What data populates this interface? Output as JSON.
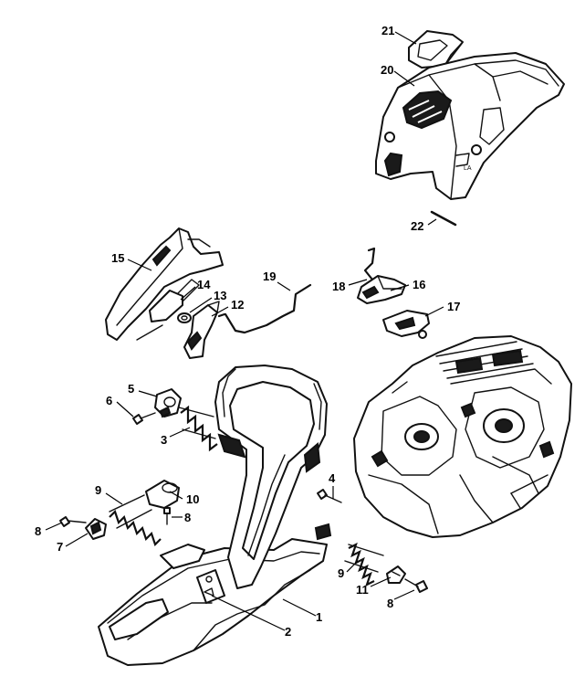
{
  "diagram": {
    "callouts": [
      {
        "id": "c21",
        "text": "21"
      },
      {
        "id": "c20",
        "text": "20"
      },
      {
        "id": "c22",
        "text": "22"
      },
      {
        "id": "c15",
        "text": "15"
      },
      {
        "id": "c19",
        "text": "19"
      },
      {
        "id": "c18",
        "text": "18"
      },
      {
        "id": "c16",
        "text": "16"
      },
      {
        "id": "c17",
        "text": "17"
      },
      {
        "id": "c14",
        "text": "14"
      },
      {
        "id": "c13",
        "text": "13"
      },
      {
        "id": "c12",
        "text": "12"
      },
      {
        "id": "c5",
        "text": "5"
      },
      {
        "id": "c6",
        "text": "6"
      },
      {
        "id": "c3",
        "text": "3"
      },
      {
        "id": "c4",
        "text": "4"
      },
      {
        "id": "c9a",
        "text": "9"
      },
      {
        "id": "c10",
        "text": "10"
      },
      {
        "id": "c8a",
        "text": "8"
      },
      {
        "id": "c8b",
        "text": "8"
      },
      {
        "id": "c7",
        "text": "7"
      },
      {
        "id": "c9b",
        "text": "9"
      },
      {
        "id": "c11",
        "text": "11"
      },
      {
        "id": "c8c",
        "text": "8"
      },
      {
        "id": "c1",
        "text": "1"
      },
      {
        "id": "c2",
        "text": "2"
      }
    ],
    "cover_marking": "LA"
  }
}
